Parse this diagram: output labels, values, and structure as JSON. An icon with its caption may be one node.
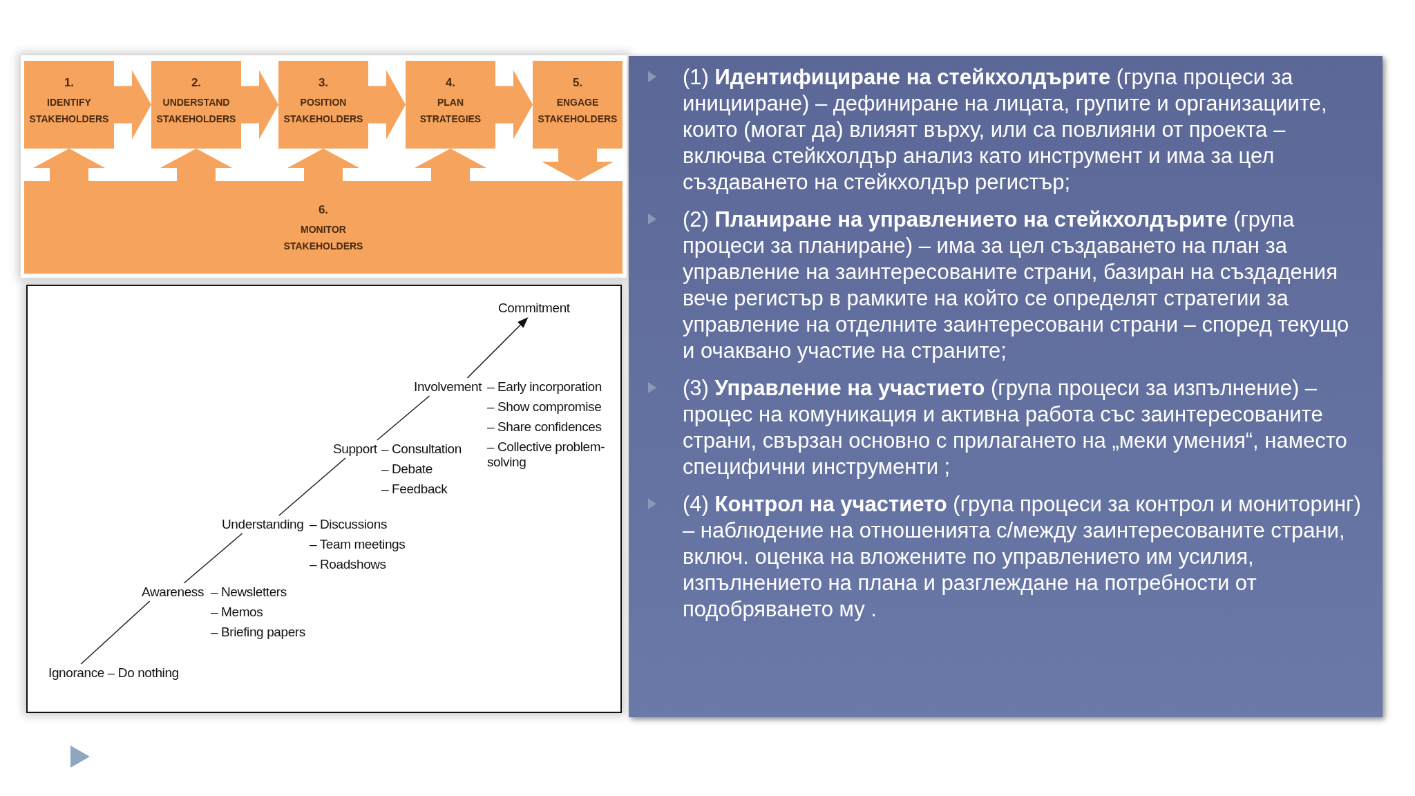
{
  "diagram": {
    "nodes": [
      {
        "text": [
          "1.",
          "IDENTIFY STAKEHOLDERS"
        ]
      },
      {
        "text": [
          "2.",
          "UNDERSTAND STAKEHOLDERS"
        ]
      },
      {
        "text": [
          "3.",
          "POSITION STAKEHOLDERS"
        ]
      },
      {
        "text": [
          "4.",
          "PLAN STRATEGIES"
        ]
      },
      {
        "text": [
          "5.",
          "ENGAGE STAKEHOLDERS"
        ]
      },
      {
        "text": [
          "6.",
          "MONITOR STAKEHOLDERS"
        ]
      },
      {
        "text": [
          "Ignorance – Do nothing"
        ]
      },
      {
        "text": [
          "Awareness"
        ],
        "beside": [
          "– Newsletters",
          "– Memos",
          "– Briefing papers"
        ]
      },
      {
        "text": [
          "Understanding"
        ],
        "beside": [
          "– Discussions",
          "– Team meetings",
          "– Roadshows"
        ]
      },
      {
        "text": [
          "Support"
        ],
        "beside": [
          "– Consultation",
          "– Debate",
          "– Feedback"
        ]
      },
      {
        "text": [
          "Involvement"
        ],
        "beside": [
          "– Early incorporation",
          "– Show compromise",
          "– Share confidences",
          "– Collective problem- solving"
        ]
      },
      {
        "text": [
          "Commitment"
        ]
      }
    ],
    "edges": [
      {
        "from": 0,
        "to": 1,
        "arrow": "to"
      },
      {
        "from": 1,
        "to": 2,
        "arrow": "to"
      },
      {
        "from": 2,
        "to": 3,
        "arrow": "to"
      },
      {
        "from": 3,
        "to": 4,
        "arrow": "to"
      },
      {
        "from": 5,
        "to": 0,
        "arrow": "to"
      },
      {
        "from": 5,
        "to": 1,
        "arrow": "to"
      },
      {
        "from": 5,
        "to": 2,
        "arrow": "to"
      },
      {
        "from": 5,
        "to": 3,
        "arrow": "to"
      },
      {
        "from": 4,
        "to": 5,
        "arrow": "to"
      },
      {
        "from": 6,
        "to": 7,
        "arrow": "none",
        "color": "#222222"
      },
      {
        "from": 7,
        "to": 8,
        "arrow": "none",
        "color": "#222222"
      },
      {
        "from": 8,
        "to": 9,
        "arrow": "none",
        "color": "#222222"
      },
      {
        "from": 9,
        "to": 10,
        "arrow": "none",
        "color": "#222222"
      },
      {
        "from": 10,
        "to": 11,
        "arrow": "to",
        "color": "#222222"
      }
    ],
    "labels": [
      "(1) **Идентифициране на стейкхолдърите** (група процеси за иницииране) – дефиниране на лицата, групите и организациите, които (могат да) влияят върху, или са повлияни от проекта – включва стейкхолдър анализ като инструмент и има за цел създаването на стейкхолдър регистър;",
      "(2) **Планиране на управлението на стейкхолдърите** (група процеси за планиране) – има за цел създаването на план за управление на заинтересованите страни, базиран на създадения вече регистър в рамките на който се определят стратегии за управление на отделните заинтересовани страни – според текущо и очаквано участие на страните;",
      "(3) **Управление на участието** (група процеси за изпълнение) – процес на комуникация и активна работа със заинтересованите страни, свързан основно с прилагането на „меки умения“, наместо специфични инструменти ;",
      "(4) **Контрол на участието** (група процеси за контрол и мониторинг) – наблюдение на отношенията с/между заинтересованите страни, включ. оценка на вложените по управлението им усилия, изпълнението на плана и разглеждане на потребности от подобряването му ."
    ]
  }
}
